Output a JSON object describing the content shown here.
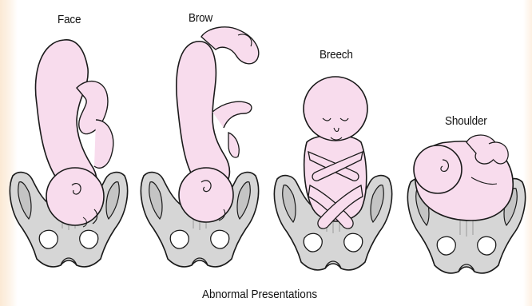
{
  "figure": {
    "caption": "Abnormal Presentations",
    "panels": [
      {
        "label": "Face"
      },
      {
        "label": "Brow"
      },
      {
        "label": "Breech"
      },
      {
        "label": "Shoulder"
      }
    ]
  },
  "colors": {
    "skin": "#f8dced",
    "skin_shade": "#eec7de",
    "pelvis": "#d6d6d6",
    "pelvis_shade": "#bdbdbd",
    "outline": "#1a1a1a",
    "background": "#ffffff"
  }
}
